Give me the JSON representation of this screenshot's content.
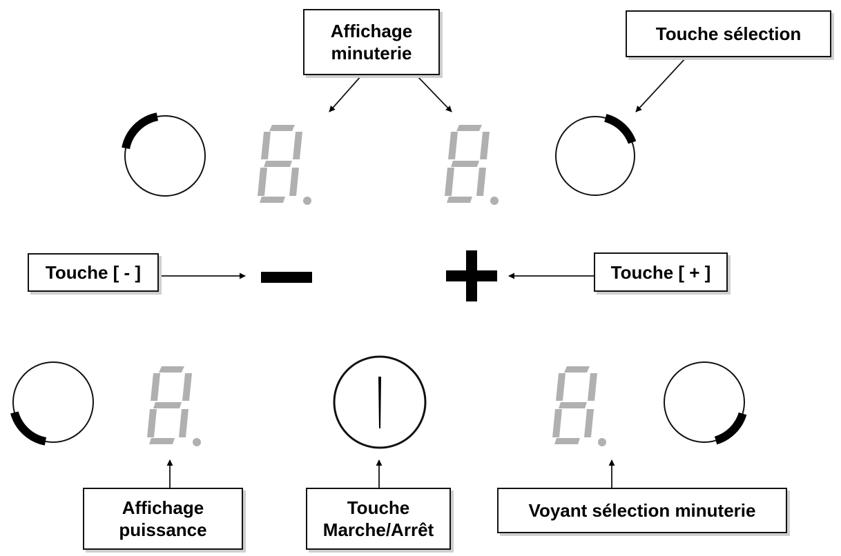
{
  "labels": {
    "timer_display_line1": "Affichage",
    "timer_display_line2": "minuterie",
    "select_key": "Touche sélection",
    "minus_key": "Touche [ - ]",
    "plus_key": "Touche [ + ]",
    "power_display_line1": "Affichage",
    "power_display_line2": "puissance",
    "onoff_key_line1": "Touche",
    "onoff_key_line2": "Marche/Arrêt",
    "timer_select_indicator": "Voyant sélection minuterie"
  },
  "colors": {
    "segment": "#b0b0b0",
    "ink": "#000000",
    "line": "#111111"
  },
  "icons": [
    "zone-selector-ring-icon",
    "seven-segment-digit-icon",
    "minus-icon",
    "plus-icon",
    "power-icon"
  ]
}
